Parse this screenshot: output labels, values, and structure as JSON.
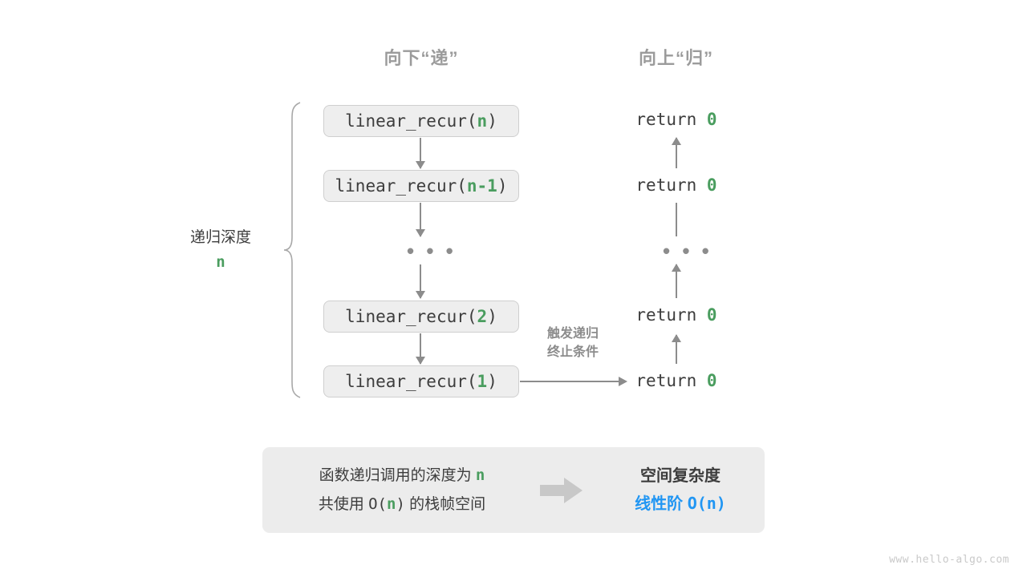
{
  "headers": {
    "down": "向下“递”",
    "up": "向上“归”"
  },
  "call_stack": [
    {
      "prefix": "linear_recur(",
      "arg": "n",
      "suffix": ")"
    },
    {
      "prefix": "linear_recur(",
      "arg": "n-1",
      "suffix": ")"
    },
    {
      "prefix": "linear_recur(",
      "arg": "2",
      "suffix": ")"
    },
    {
      "prefix": "linear_recur(",
      "arg": "1",
      "suffix": ")"
    }
  ],
  "ellipsis": "• • •",
  "returns": [
    {
      "keyword": "return",
      "value": "0"
    },
    {
      "keyword": "return",
      "value": "0"
    },
    {
      "keyword": "return",
      "value": "0"
    },
    {
      "keyword": "return",
      "value": "0"
    }
  ],
  "terminate_label": "触发递归\n终止条件",
  "terminate_label_line1": "触发递归",
  "terminate_label_line2": "终止条件",
  "depth": {
    "label": "递归深度",
    "value": "n"
  },
  "summary": {
    "left_line1_pre": "函数递归调用的深度为 ",
    "left_line1_var": "n",
    "left_line2_pre": "共使用 ",
    "left_line2_o": "O(",
    "left_line2_var": "n",
    "left_line2_close": ")",
    "left_line2_post": " 的栈帧空间",
    "arrow_icon": "block-arrow-right-icon",
    "right_title": "空间复杂度",
    "right_value_label": "线性阶",
    "right_value_notation": "O(n)"
  },
  "footer": "www.hello-algo.com",
  "colors": {
    "green": "#4a9d5f",
    "blue": "#2196f3",
    "gray_text": "#3d3d3d",
    "gray_muted": "#9b9b9b",
    "line": "#8c8c8c",
    "box_fill": "#eeeeee",
    "panel_fill": "#ececec"
  }
}
